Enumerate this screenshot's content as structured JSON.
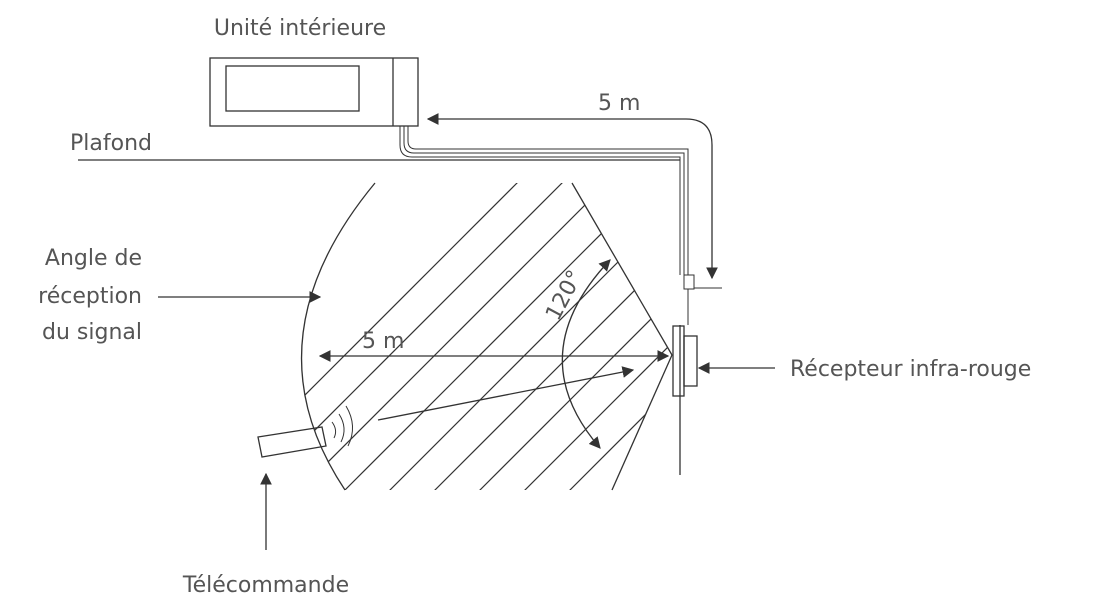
{
  "labels": {
    "indoor_unit": "Unité intérieure",
    "ceiling": "Plafond",
    "cable_length": "5 m",
    "reception_angle_line1": "Angle de",
    "reception_angle_line2": "réception",
    "reception_angle_line3": "du signal",
    "distance": "5 m",
    "angle": "120°",
    "ir_receiver": "Récepteur infra-rouge",
    "remote_control": "Télécommande"
  },
  "colors": {
    "line": "#333333",
    "text": "#555555",
    "background": "#ffffff"
  }
}
